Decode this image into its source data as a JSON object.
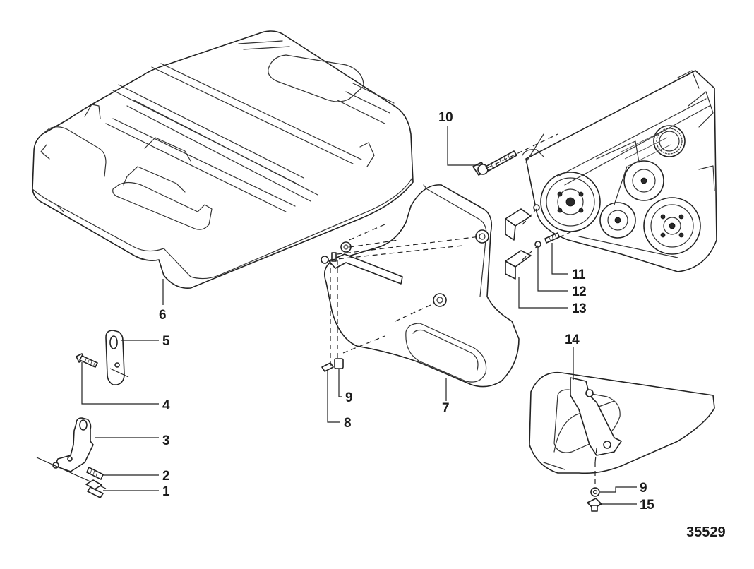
{
  "figure_number": "35529",
  "callouts": [
    {
      "id": "c1",
      "label": "1"
    },
    {
      "id": "c2",
      "label": "2"
    },
    {
      "id": "c3",
      "label": "3"
    },
    {
      "id": "c4",
      "label": "4"
    },
    {
      "id": "c5",
      "label": "5"
    },
    {
      "id": "c6",
      "label": "6"
    },
    {
      "id": "c7",
      "label": "7"
    },
    {
      "id": "c8",
      "label": "8"
    },
    {
      "id": "c9a",
      "label": "9"
    },
    {
      "id": "c9b",
      "label": "9"
    },
    {
      "id": "c10",
      "label": "10"
    },
    {
      "id": "c11",
      "label": "11"
    },
    {
      "id": "c12",
      "label": "12"
    },
    {
      "id": "c13",
      "label": "13"
    },
    {
      "id": "c14",
      "label": "14"
    },
    {
      "id": "c15",
      "label": "15"
    }
  ]
}
